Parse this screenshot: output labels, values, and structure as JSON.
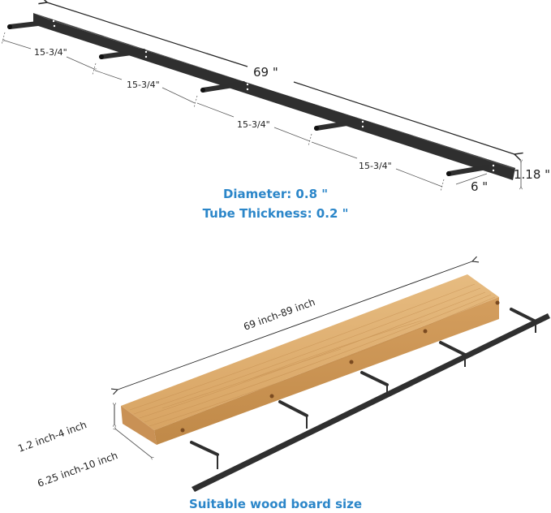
{
  "top_diagram": {
    "total_length_label": "69 \"",
    "spacing_labels": [
      "15-3/4\"",
      "15-3/4\"",
      "15-3/4\"",
      "15-3/4\""
    ],
    "rod_length_label": "6 \"",
    "bar_height_label": "1.18 \"",
    "specs": {
      "diameter": "Diameter: 0.8 \"",
      "tube_thickness": "Tube Thickness: 0.2 \""
    }
  },
  "bottom_diagram": {
    "board_length_label": "69 inch-89 inch",
    "board_thickness_label": "1.2 inch-4 inch",
    "board_depth_label": "6.25 inch-10 inch",
    "caption": "Suitable wood board size"
  },
  "colors": {
    "accent_blue": "#2b86c9",
    "steel": "#2e2e2e",
    "wood": "#d9a96a",
    "wood_dark": "#b98544"
  }
}
